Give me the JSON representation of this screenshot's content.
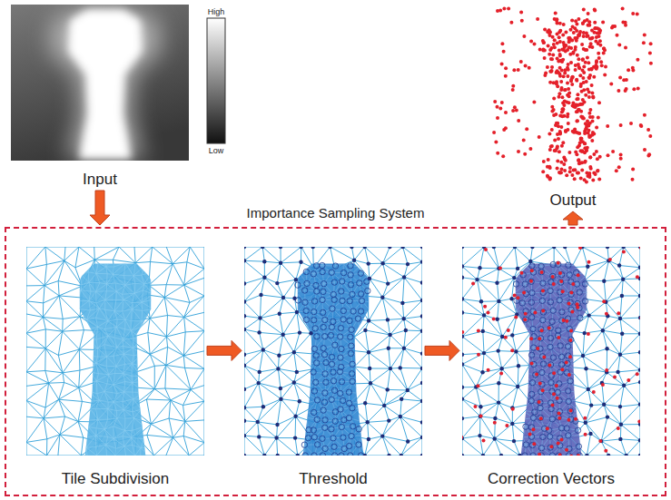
{
  "diagram": {
    "nodes": [
      {
        "text": [
          "Input"
        ]
      },
      {
        "text": [
          "Output"
        ]
      },
      {
        "text": [
          "Importance Sampling System"
        ]
      },
      {
        "text": [
          "Tile Subdivision"
        ],
        "in": 2
      },
      {
        "text": [
          "Threshold"
        ],
        "in": 2
      },
      {
        "text": [
          "Correction Vectors"
        ],
        "in": 2
      }
    ],
    "edges": [
      {
        "from": 0,
        "to": 2,
        "arrow": "to"
      },
      {
        "from": 3,
        "to": 4,
        "arrow": "to"
      },
      {
        "from": 4,
        "to": 5,
        "arrow": "to"
      },
      {
        "from": 2,
        "to": 1,
        "arrow": "to"
      }
    ],
    "labels": [
      "High",
      "Low"
    ]
  }
}
